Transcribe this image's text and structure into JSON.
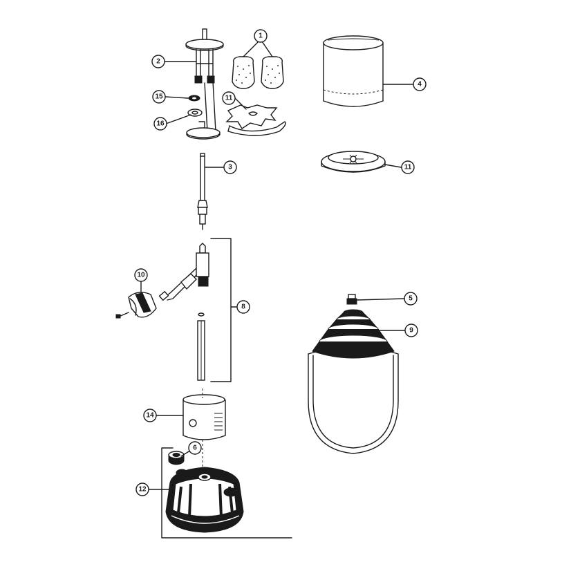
{
  "callouts": [
    {
      "id": "c1",
      "label": "1"
    },
    {
      "id": "c2",
      "label": "2"
    },
    {
      "id": "c3",
      "label": "3"
    },
    {
      "id": "c4",
      "label": "4"
    },
    {
      "id": "c5",
      "label": "5"
    },
    {
      "id": "c6",
      "label": "6"
    },
    {
      "id": "c8",
      "label": "8"
    },
    {
      "id": "c9",
      "label": "9"
    },
    {
      "id": "c10",
      "label": "10"
    },
    {
      "id": "c11a",
      "label": "11"
    },
    {
      "id": "c11b",
      "label": "11"
    },
    {
      "id": "c12",
      "label": "12"
    },
    {
      "id": "c14",
      "label": "14"
    },
    {
      "id": "c15",
      "label": "15"
    },
    {
      "id": "c16",
      "label": "16"
    }
  ]
}
